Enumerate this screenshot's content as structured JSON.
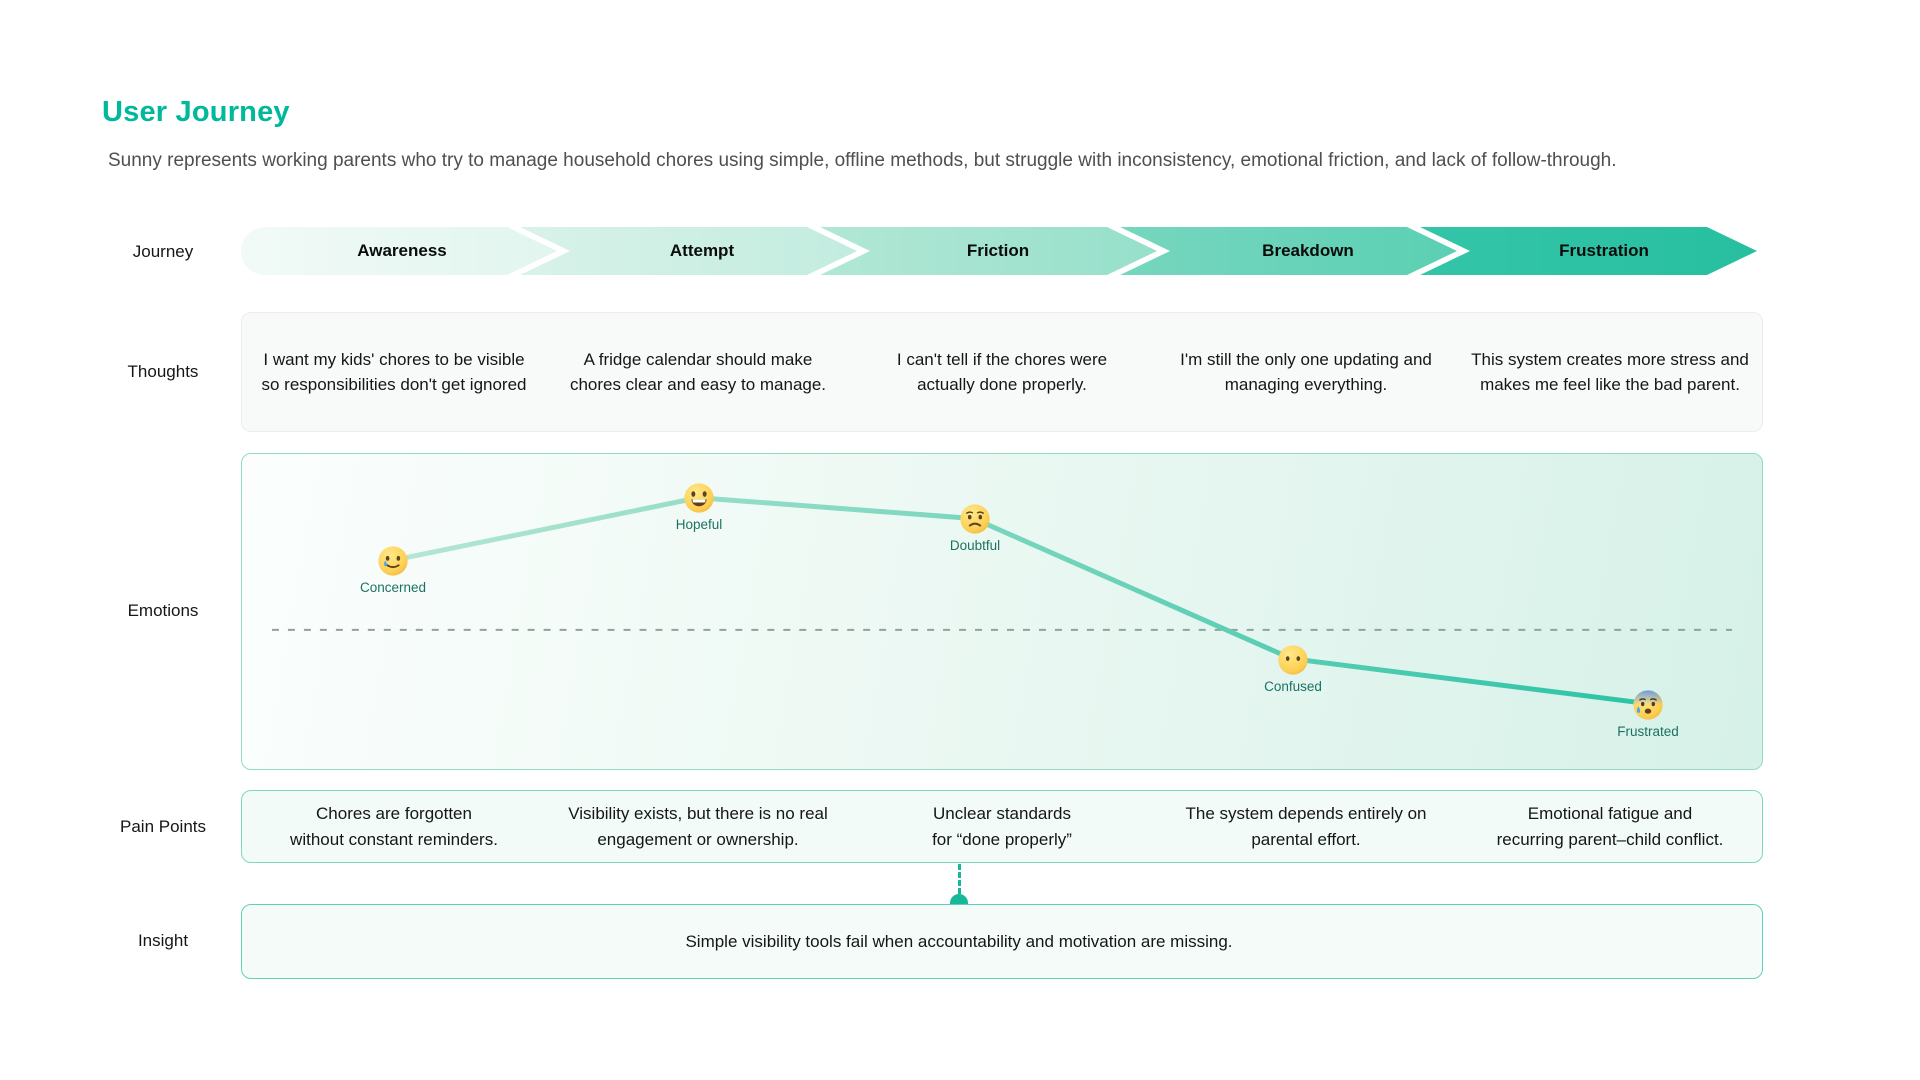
{
  "header": {
    "title": "User Journey",
    "subtitle": "Sunny represents working parents who try to manage household chores using simple, offline methods, but struggle with inconsistency, emotional friction, and lack of follow-through."
  },
  "journey": {
    "label": "Journey",
    "stages": [
      "Awareness",
      "Attempt",
      "Friction",
      "Breakdown",
      "Frustration"
    ]
  },
  "thoughts": {
    "label": "Thoughts",
    "items": [
      "I want my kids' chores to be visible\nso responsibilities don't get ignored",
      "A fridge calendar should make\nchores clear and easy to manage.",
      "I can't tell if the chores were\nactually done properly.",
      "I'm still the only one updating and\nmanaging everything.",
      "This system creates more stress and\nmakes me feel like the bad parent."
    ]
  },
  "emotions": {
    "label": "Emotions",
    "points": [
      {
        "name": "Concerned",
        "icon": "smiling-face-with-tear"
      },
      {
        "name": "Hopeful",
        "icon": "grinning-face-with-big-eyes"
      },
      {
        "name": "Doubtful",
        "icon": "worried-face"
      },
      {
        "name": "Confused",
        "icon": "face-without-mouth"
      },
      {
        "name": "Frustrated",
        "icon": "anxious-face-with-sweat"
      }
    ]
  },
  "pain_points": {
    "label": "Pain Points",
    "items": [
      "Chores are forgotten\nwithout constant reminders.",
      "Visibility exists, but there is no real\nengagement or ownership.",
      "Unclear standards\nfor “done properly”",
      "The system depends entirely on parental effort.",
      "Emotional fatigue and\nrecurring parent–child conflict."
    ]
  },
  "insight": {
    "label": "Insight",
    "text": "Simple visibility tools fail when accountability and motivation are missing."
  },
  "colors": {
    "accent": "#00b99d",
    "stage_fills": [
      "#e9f8f2",
      "#cfefe4",
      "#a5e3d0",
      "#69d2b9",
      "#2ec3a6"
    ],
    "emotion_line_start": "#b5e6d4",
    "emotion_line_end": "#2cc3a6",
    "connector": "#16b899"
  }
}
